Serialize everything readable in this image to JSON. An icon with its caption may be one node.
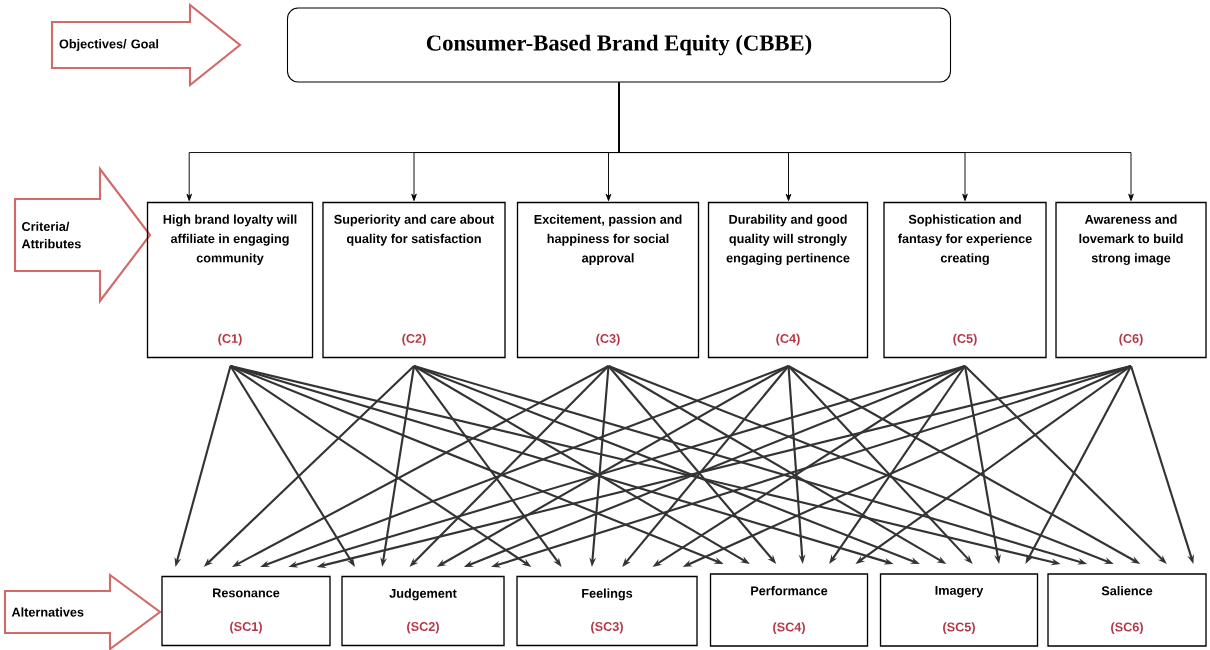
{
  "diagram": {
    "nodes": [
      {
        "text": [
          "Objectives/ Goal"
        ]
      },
      {
        "text": [
          "Consumer-Based Brand Equity (CBBE)"
        ]
      },
      {
        "text": [
          "Criteria/ Attributes"
        ]
      },
      {
        "text": [
          "High brand loyalty will affiliate in engaging community",
          "(C1)"
        ]
      },
      {
        "text": [
          "Superiority and care about quality for satisfaction",
          "(C2)"
        ]
      },
      {
        "text": [
          "Excitement, passion and happiness for social approval",
          "(C3)"
        ]
      },
      {
        "text": [
          "Durability and good quality will strongly engaging pertinence",
          "(C4)"
        ]
      },
      {
        "text": [
          "Sophistication and fantasy for experience creating",
          "(C5)"
        ]
      },
      {
        "text": [
          "Awareness and lovemark to build strong image",
          "(C6)"
        ]
      },
      {
        "text": [
          "Alternatives"
        ]
      },
      {
        "text": [
          "Resonance",
          "(SC1)"
        ]
      },
      {
        "text": [
          "Judgement",
          "(SC2)"
        ]
      },
      {
        "text": [
          "Feelings",
          "(SC3)"
        ]
      },
      {
        "text": [
          "Performance",
          "(SC4)"
        ]
      },
      {
        "text": [
          "Imagery",
          "(SC5)"
        ]
      },
      {
        "text": [
          "Salience",
          "(SC6)"
        ]
      }
    ],
    "edges": [
      {
        "from": 1,
        "to": 3,
        "arrow": "to"
      },
      {
        "from": 1,
        "to": 4,
        "arrow": "to"
      },
      {
        "from": 1,
        "to": 5,
        "arrow": "to"
      },
      {
        "from": 1,
        "to": 6,
        "arrow": "to"
      },
      {
        "from": 1,
        "to": 7,
        "arrow": "to"
      },
      {
        "from": 1,
        "to": 8,
        "arrow": "to"
      },
      {
        "from": 3,
        "to": 10,
        "arrow": "to"
      },
      {
        "from": 3,
        "to": 11,
        "arrow": "to"
      },
      {
        "from": 3,
        "to": 12,
        "arrow": "to"
      },
      {
        "from": 3,
        "to": 13,
        "arrow": "to"
      },
      {
        "from": 3,
        "to": 14,
        "arrow": "to"
      },
      {
        "from": 3,
        "to": 15,
        "arrow": "to"
      },
      {
        "from": 4,
        "to": 10,
        "arrow": "to"
      },
      {
        "from": 4,
        "to": 11,
        "arrow": "to"
      },
      {
        "from": 4,
        "to": 12,
        "arrow": "to"
      },
      {
        "from": 4,
        "to": 13,
        "arrow": "to"
      },
      {
        "from": 4,
        "to": 14,
        "arrow": "to"
      },
      {
        "from": 4,
        "to": 15,
        "arrow": "to"
      },
      {
        "from": 5,
        "to": 10,
        "arrow": "to"
      },
      {
        "from": 5,
        "to": 11,
        "arrow": "to"
      },
      {
        "from": 5,
        "to": 12,
        "arrow": "to"
      },
      {
        "from": 5,
        "to": 13,
        "arrow": "to"
      },
      {
        "from": 5,
        "to": 14,
        "arrow": "to"
      },
      {
        "from": 5,
        "to": 15,
        "arrow": "to"
      },
      {
        "from": 6,
        "to": 10,
        "arrow": "to"
      },
      {
        "from": 6,
        "to": 11,
        "arrow": "to"
      },
      {
        "from": 6,
        "to": 12,
        "arrow": "to"
      },
      {
        "from": 6,
        "to": 13,
        "arrow": "to"
      },
      {
        "from": 6,
        "to": 14,
        "arrow": "to"
      },
      {
        "from": 6,
        "to": 15,
        "arrow": "to"
      },
      {
        "from": 7,
        "to": 10,
        "arrow": "to"
      },
      {
        "from": 7,
        "to": 11,
        "arrow": "to"
      },
      {
        "from": 7,
        "to": 12,
        "arrow": "to"
      },
      {
        "from": 7,
        "to": 13,
        "arrow": "to"
      },
      {
        "from": 7,
        "to": 14,
        "arrow": "to"
      },
      {
        "from": 7,
        "to": 15,
        "arrow": "to"
      },
      {
        "from": 8,
        "to": 10,
        "arrow": "to"
      },
      {
        "from": 8,
        "to": 11,
        "arrow": "to"
      },
      {
        "from": 8,
        "to": 12,
        "arrow": "to"
      },
      {
        "from": 8,
        "to": 13,
        "arrow": "to"
      },
      {
        "from": 8,
        "to": 14,
        "arrow": "to"
      },
      {
        "from": 8,
        "to": 15,
        "arrow": "to"
      }
    ]
  }
}
